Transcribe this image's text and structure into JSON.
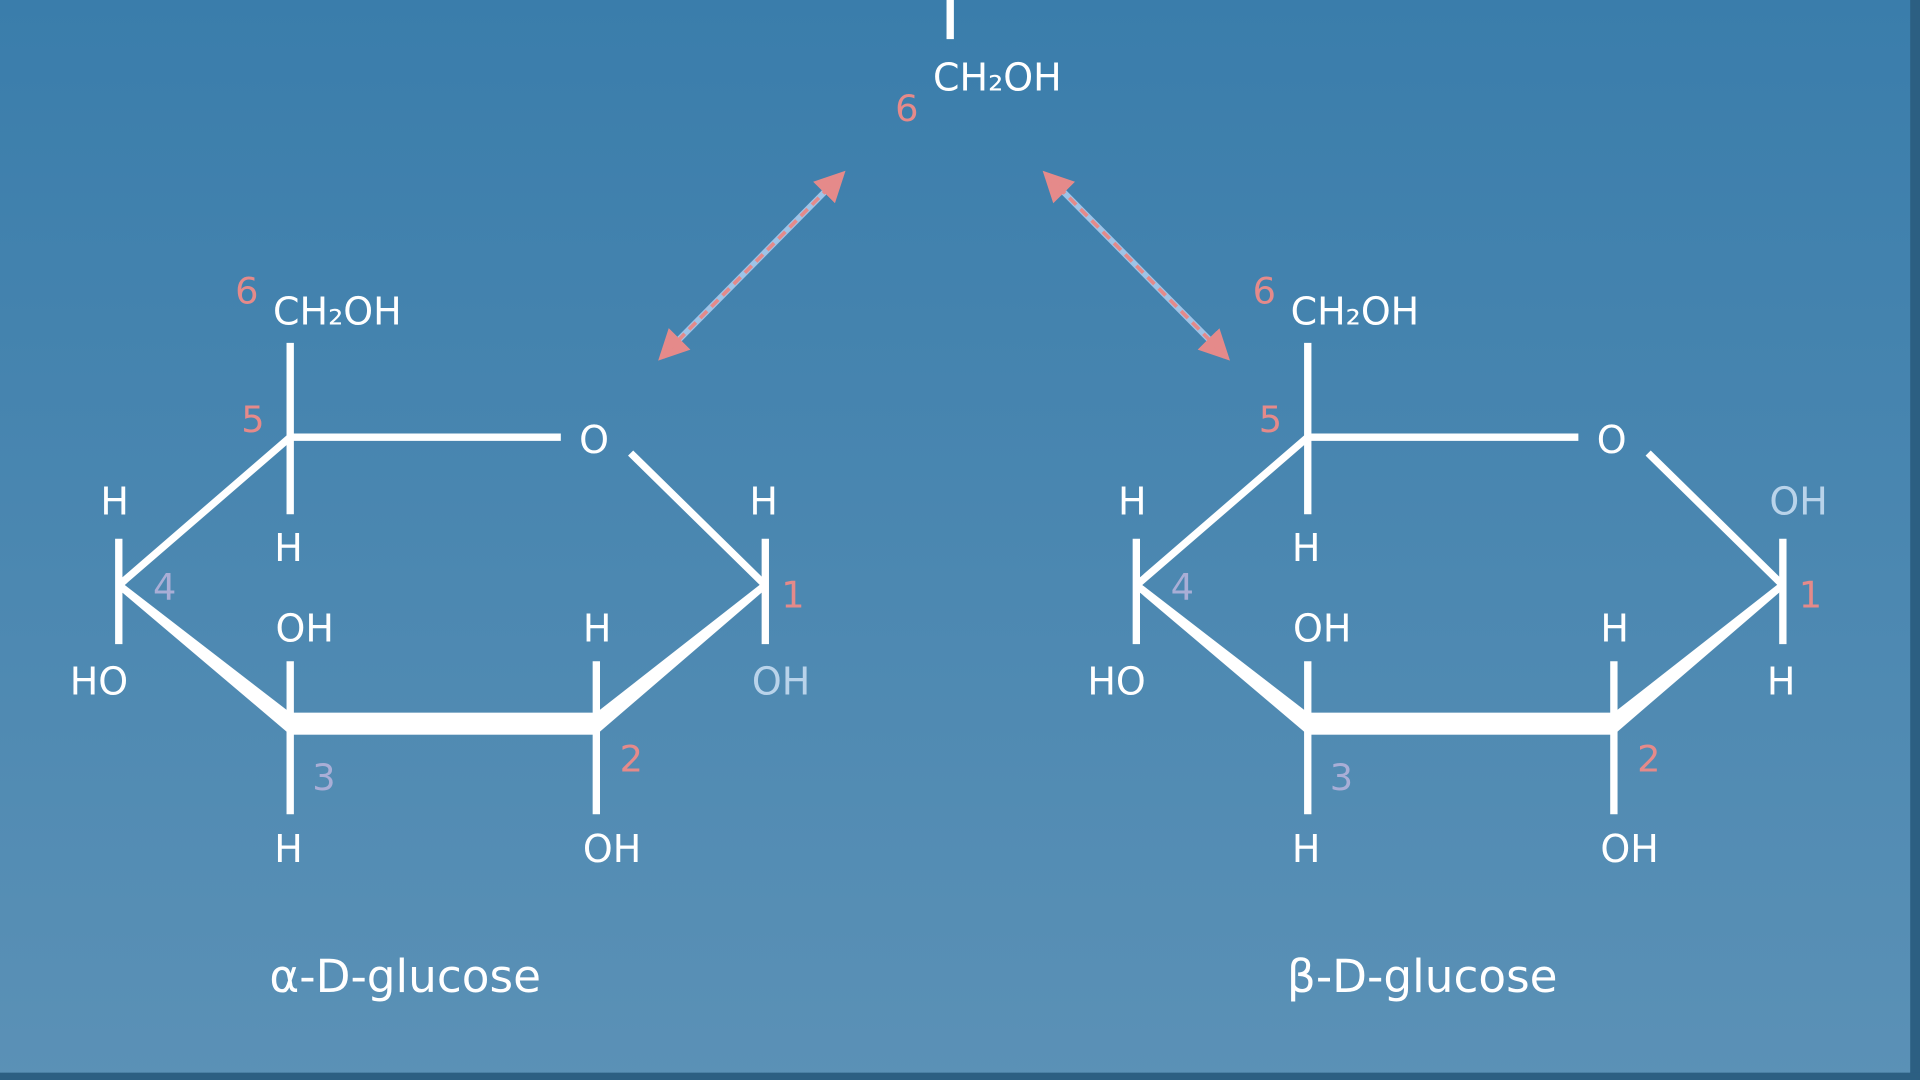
{
  "top": {
    "group": "CH₂OH",
    "carbon_number": "6"
  },
  "alpha": {
    "name": "α-D-glucose",
    "ch2oh": "CH₂OH",
    "ring_oxygen": "O",
    "numbers": {
      "c1": "1",
      "c2": "2",
      "c3": "3",
      "c4": "4",
      "c5": "5",
      "c6": "6"
    },
    "c5_down": "H",
    "c4_up": "H",
    "c4_down": "HO",
    "c3_up": "OH",
    "c3_down": "H",
    "c2_up": "H",
    "c2_down": "OH",
    "c1_up": "H",
    "c1_down": "OH"
  },
  "beta": {
    "name": "β-D-glucose",
    "ch2oh": "CH₂OH",
    "ring_oxygen": "O",
    "numbers": {
      "c1": "1",
      "c2": "2",
      "c3": "3",
      "c4": "4",
      "c5": "5",
      "c6": "6"
    },
    "c5_down": "H",
    "c4_up": "H",
    "c4_down": "HO",
    "c3_up": "OH",
    "c3_down": "H",
    "c2_up": "H",
    "c2_down": "OH",
    "c1_up": "OH",
    "c1_down": "H"
  },
  "colors": {
    "background_top": "#3a7dab",
    "background_bottom": "#5b91b6",
    "arrow": "#e58a8a",
    "arrow_alt": "#9fc3e6"
  }
}
